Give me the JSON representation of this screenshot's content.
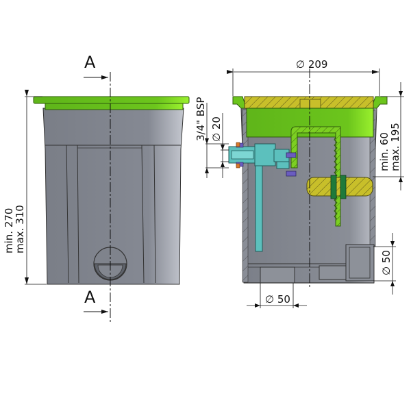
{
  "drawing": {
    "front_view": {
      "section_marker_top": "A",
      "section_marker_bottom": "A",
      "height_dimension_min": "min. 270",
      "height_dimension_max": "max. 310"
    },
    "section_view": {
      "diameter_top": "∅ 209",
      "inlet_thread": "3/4\" BSP",
      "inlet_diameter": "∅ 20",
      "float_level_min": "min. 60",
      "float_level_max": "max. 195",
      "outlet_bottom_diameter": "∅ 50",
      "outlet_side_diameter": "∅ 50"
    },
    "colors": {
      "lid_green": "#6cc51c",
      "lid_green_light": "#8fe52a",
      "body_grey": "#7d818a",
      "body_grey_light": "#b9bcc5",
      "hatch_yellow": "#c8bf2a",
      "valve_teal": "#5cc0bd",
      "valve_purple": "#6a5cc0",
      "nut_orange": "#d8782a"
    }
  }
}
